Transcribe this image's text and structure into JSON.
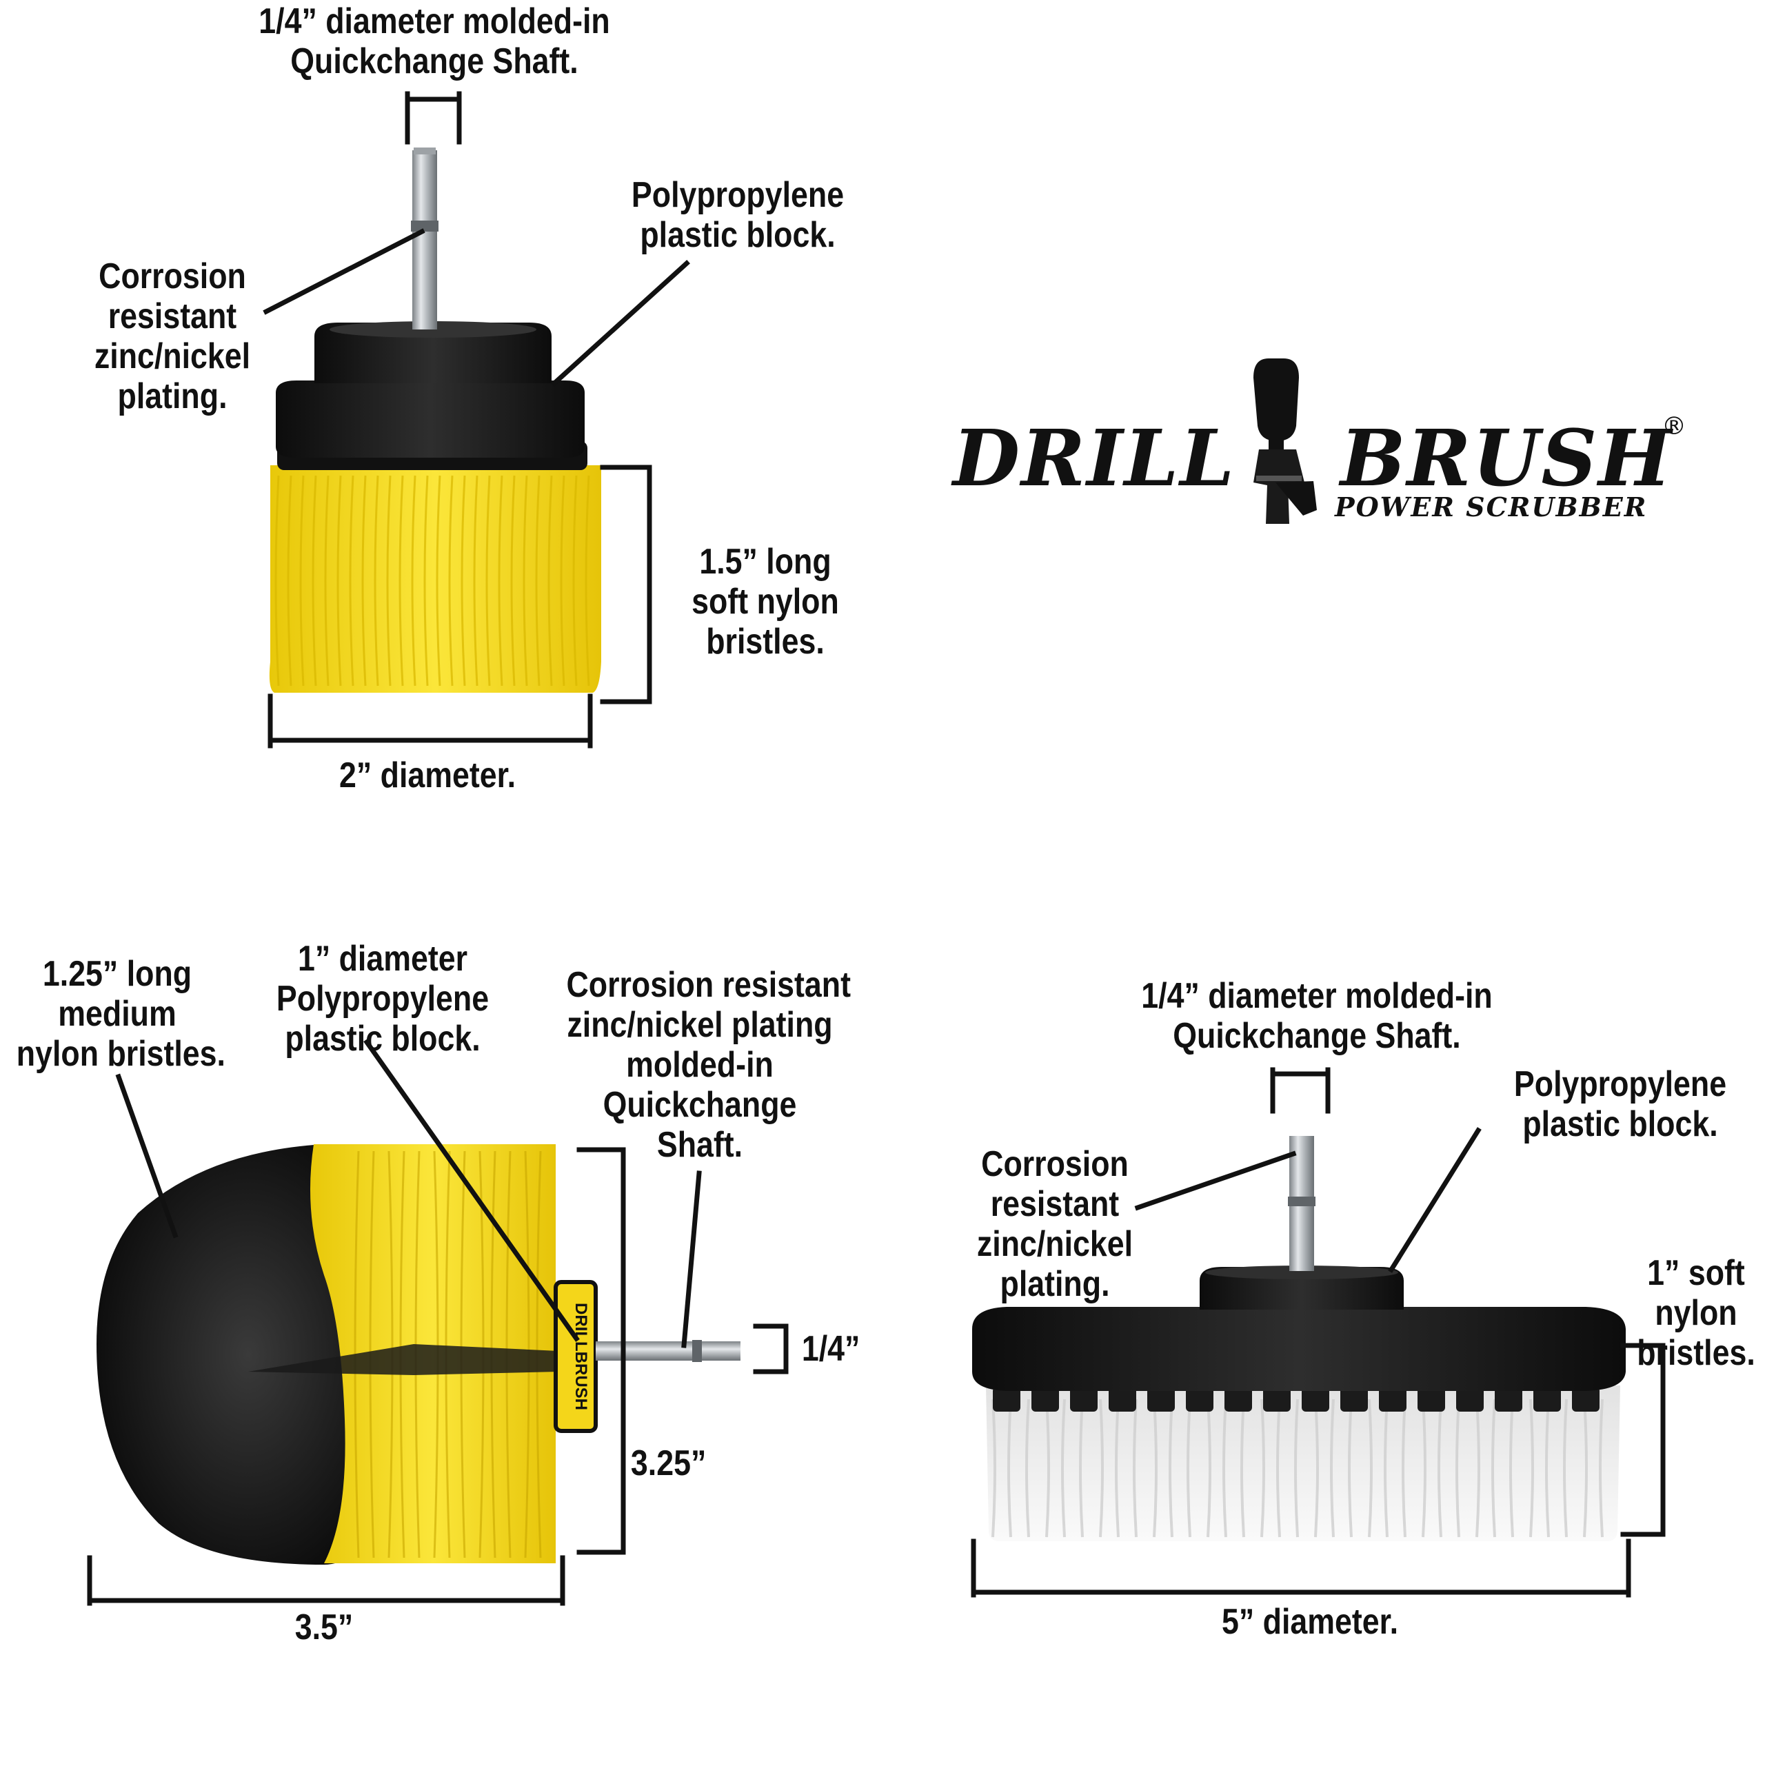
{
  "colors": {
    "yellow_bristles": "#f6dc16",
    "black_bristles": "#1a1a1a",
    "white_bristles": "#f2f2f2",
    "block": "#1c1c1c",
    "metal": "#b8bcc0",
    "ink": "#111111"
  },
  "logo": {
    "word1": "DRILL",
    "word2": "BRUSH",
    "registered": "®",
    "tagline": "POWER SCRUBBER",
    "icon": "drill-with-brush-icon"
  },
  "top_left": {
    "shaft_label": "1/4” diameter molded-in\nQuickchange Shaft.",
    "plating_label": "Corrosion\nresistant\nzinc/nickel\nplating.",
    "block_label": "Polypropylene\nplastic block.",
    "bristle_label": "1.5” long\nsoft nylon\nbristles.",
    "diameter_label": "2” diameter."
  },
  "bottom_left": {
    "bristle_label": "1.25” long\nmedium\nnylon bristles.",
    "block_label": "1” diameter\nPolypropylene\nplastic block.",
    "shaft_label": "Corrosion resistant\nzinc/nickel plating\nmolded-in\nQuickchange\nShaft.",
    "shaft_size_label": "1/4”",
    "height_label": "3.25”",
    "width_label": "3.5”",
    "cap_text": "DRILLBRUSH"
  },
  "bottom_right": {
    "shaft_label": "1/4” diameter molded-in\nQuickchange Shaft.",
    "block_label": "Polypropylene\nplastic block.",
    "plating_label": "Corrosion\nresistant\nzinc/nickel\nplating.",
    "bristle_label": "1” soft\nnylon\nbristles.",
    "diameter_label": "5” diameter."
  }
}
